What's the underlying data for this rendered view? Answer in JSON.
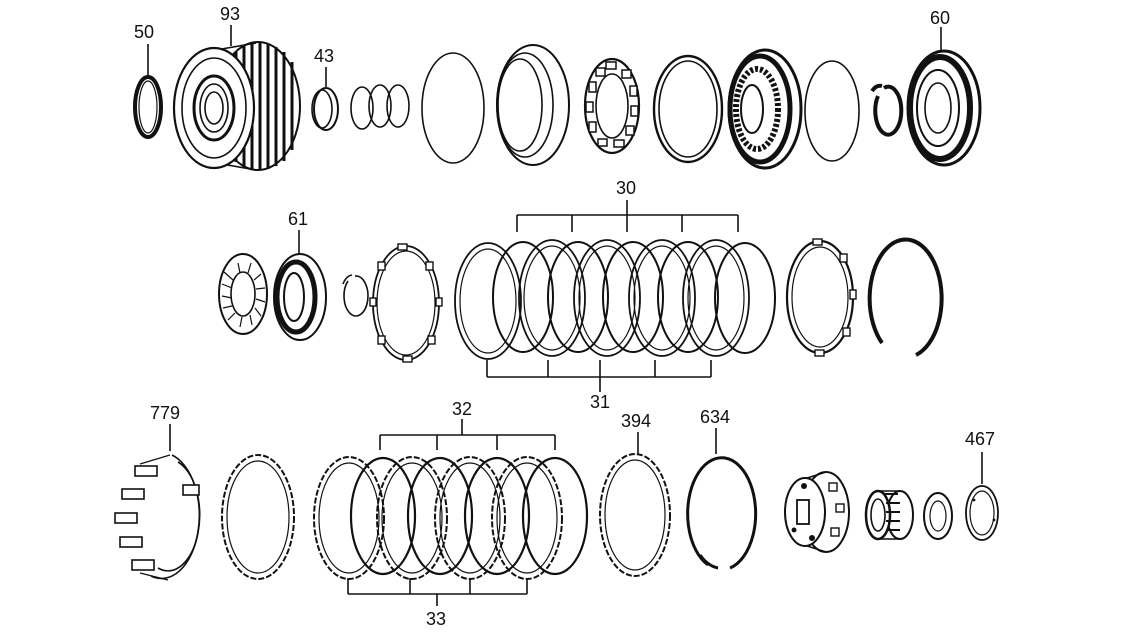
{
  "labels": {
    "p50": "50",
    "p93": "93",
    "p43": "43",
    "p60": "60",
    "p30": "30",
    "p61": "61",
    "p31": "31",
    "p779": "779",
    "p32": "32",
    "p394": "394",
    "p634": "634",
    "p467": "467",
    "p33": "33"
  }
}
